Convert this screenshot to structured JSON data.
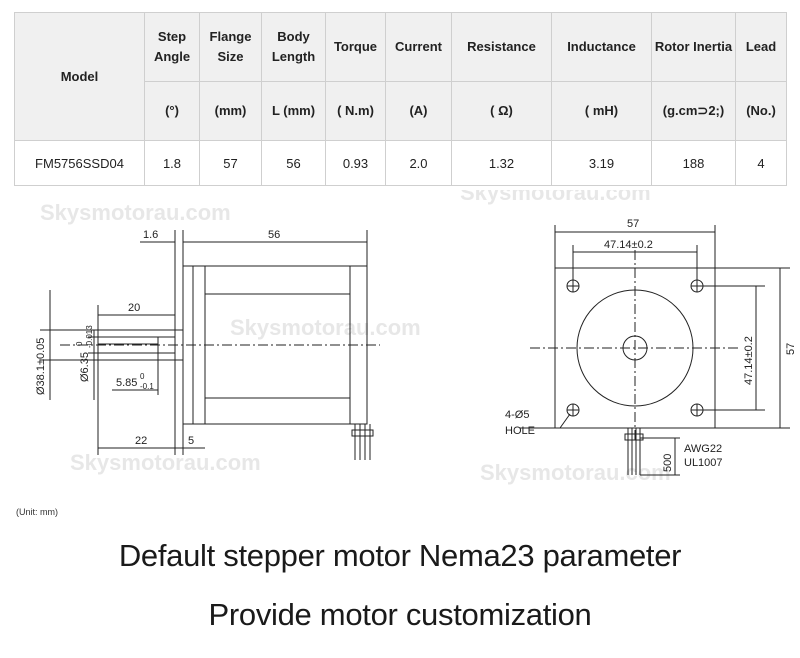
{
  "table": {
    "headers": [
      "Model",
      "Step Angle",
      "Flange Size",
      "Body Length",
      "Torque",
      "Current",
      "Resistance",
      "Inductance",
      "Rotor Inertia",
      "Lead"
    ],
    "units": [
      "(°)",
      "(mm)",
      "L (mm)",
      "( N.m)",
      "(A)",
      "( Ω)",
      "( mH)",
      "(g.cm⊃2;)",
      "(No.)"
    ],
    "row": [
      "FM5756SSD04",
      "1.8",
      "57",
      "56",
      "0.93",
      "2.0",
      "1.32",
      "3.19",
      "188",
      "4"
    ]
  },
  "side_view": {
    "dim_flange": "1.6",
    "dim_body_length": "56",
    "dim_shaft_length": "20",
    "dim_boss_dia": "Ø38.1",
    "dim_boss_tol": "±0.05",
    "dim_shaft_dia": "Ø6.35",
    "dim_shaft_tol_top": "0",
    "dim_shaft_tol_bottom": "-0.013",
    "dim_flat": "5.85",
    "dim_flat_tol_top": "0",
    "dim_flat_tol_bottom": "-0.1",
    "dim_shaft_total": "22",
    "dim_boss_height": "5"
  },
  "front_view": {
    "dim_width": "57",
    "dim_hole_spacing": "47.14±0.2",
    "dim_height": "57",
    "dim_hole_spacing_v": "47.14±0.2",
    "holes_label_1": "4-Ø5",
    "holes_label_2": "HOLE",
    "lead_length": "500",
    "wire_1": "AWG22",
    "wire_2": "UL1007"
  },
  "watermark": "Skysmotorau.com",
  "unit_note": "(Unit:  mm)",
  "caption_1": "Default stepper motor Nema23 parameter",
  "caption_2": "Provide motor customization"
}
